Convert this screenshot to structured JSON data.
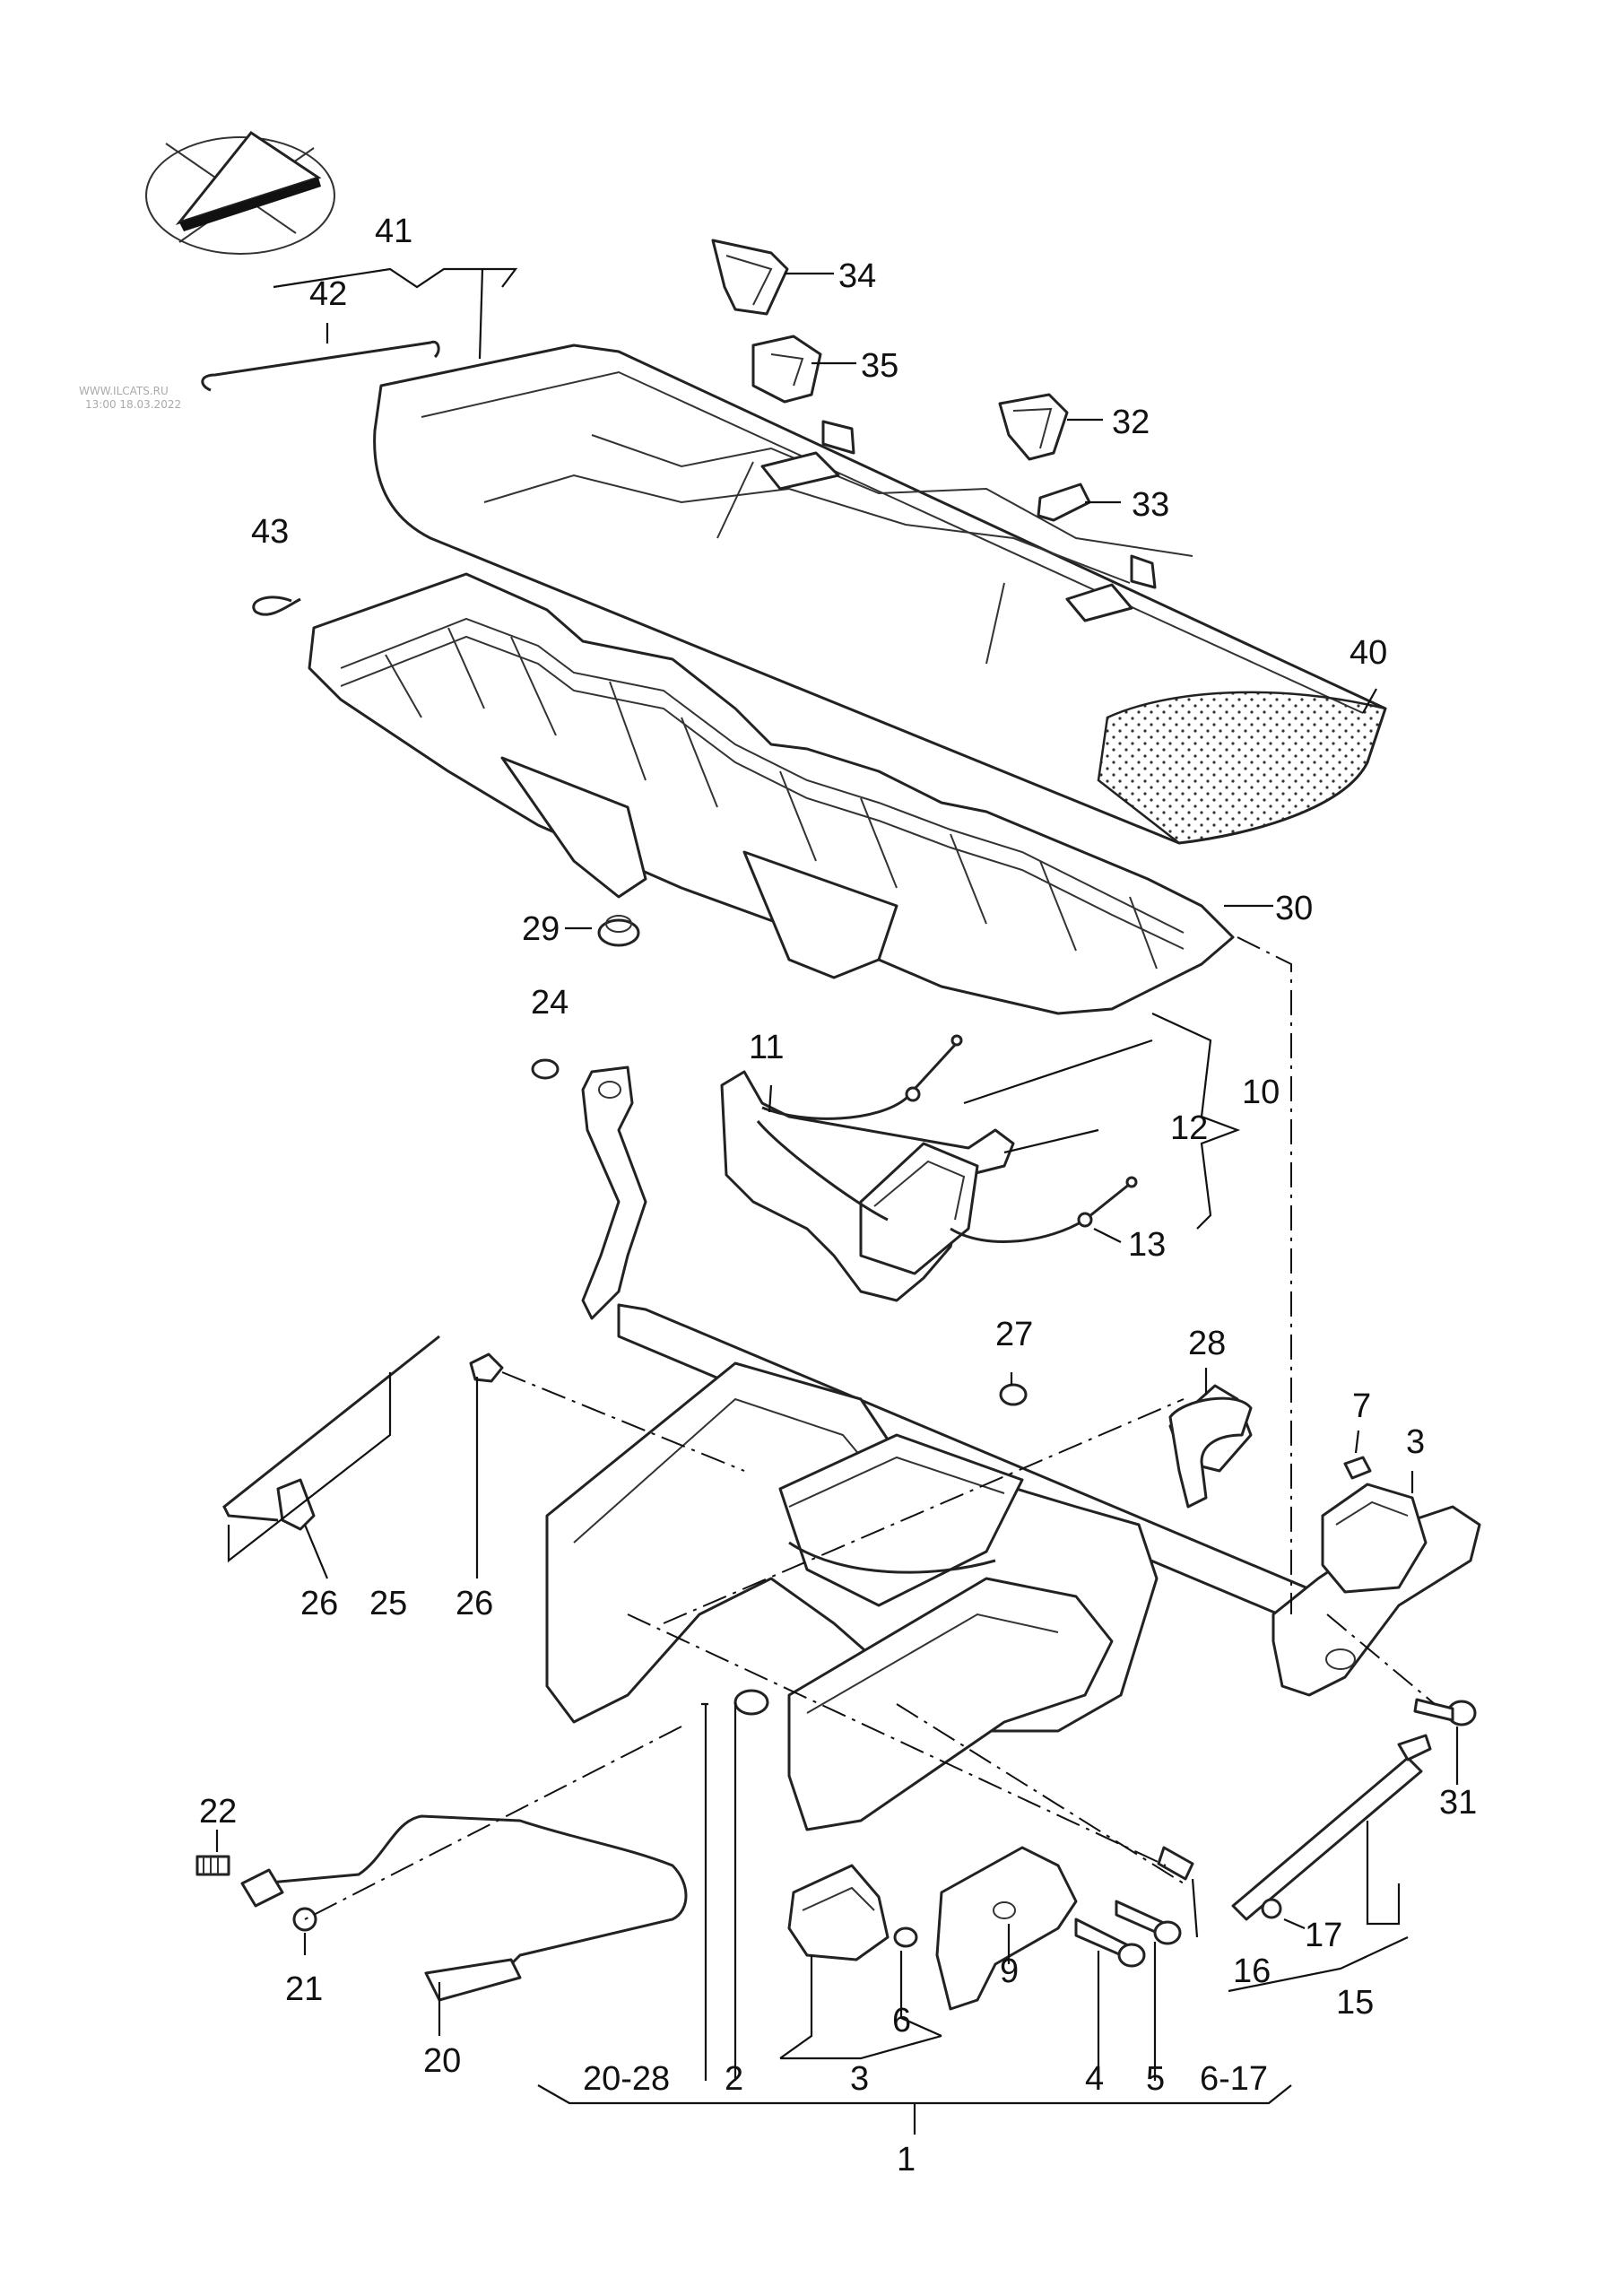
{
  "watermark": {
    "line1": "WWW.ILCATS.RU",
    "line2": "13:00 18.03.2022"
  },
  "callouts": {
    "c1": "1",
    "c2": "2",
    "c3a": "3",
    "c3b": "3",
    "c4": "4",
    "c5": "5",
    "c6": "6",
    "c6_17": "6-17",
    "c7": "7",
    "c9": "9",
    "c10": "10",
    "c11": "11",
    "c12": "12",
    "c13": "13",
    "c15": "15",
    "c16": "16",
    "c17": "17",
    "c20": "20",
    "c20_28": "20-28",
    "c21": "21",
    "c22": "22",
    "c24": "24",
    "c25": "25",
    "c26a": "26",
    "c26b": "26",
    "c27": "27",
    "c28": "28",
    "c29": "29",
    "c30": "30",
    "c31": "31",
    "c32": "32",
    "c33": "33",
    "c34": "34",
    "c35": "35",
    "c40": "40",
    "c41": "41",
    "c42": "42",
    "c43": "43"
  },
  "icons": {
    "orientation": "orientation-symbol-icon"
  }
}
